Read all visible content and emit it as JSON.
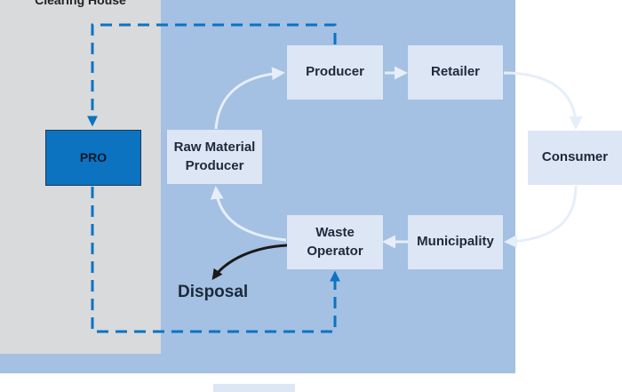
{
  "clearing_house": {
    "label": "Clearing House"
  },
  "nodes": {
    "pro": "PRO",
    "producer": "Producer",
    "retailer": "Retailer",
    "consumer": "Consumer",
    "municipality": "Municipality",
    "waste_operator": [
      "Waste",
      "Operator"
    ],
    "raw_material_producer": [
      "Raw Material",
      "Producer"
    ]
  },
  "disposal": "Disposal",
  "colors": {
    "main_area": "#a4c0e3",
    "clearing_house": "#d9dadb",
    "node_fill": "#dde6f4",
    "pro_fill": "#0c73c1",
    "dashed_flow": "#0c73c1",
    "cycle_arrow": "#e6eef9",
    "disposal_arrow": "#1a1a1a"
  }
}
